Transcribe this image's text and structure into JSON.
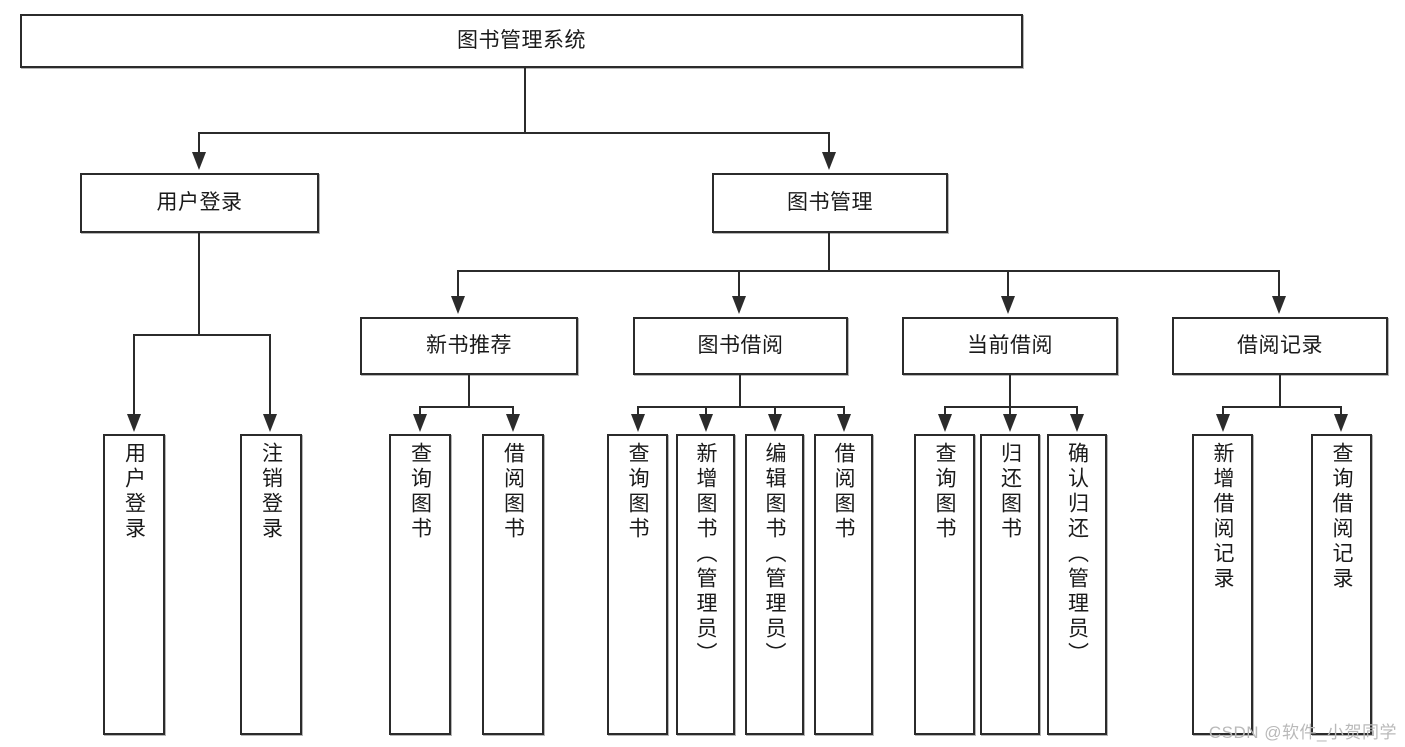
{
  "diagram": {
    "title": "图书管理系统",
    "type": "tree",
    "watermark": "CSDN @软件_小贺同学",
    "root": {
      "id": "root",
      "label": "图书管理系统"
    },
    "level1": [
      {
        "id": "user-login",
        "label": "用户登录"
      },
      {
        "id": "book-manage",
        "label": "图书管理"
      }
    ],
    "level2": [
      {
        "id": "new-book-rec",
        "label": "新书推荐",
        "parent": "book-manage"
      },
      {
        "id": "book-borrow",
        "label": "图书借阅",
        "parent": "book-manage"
      },
      {
        "id": "current-borrow",
        "label": "当前借阅",
        "parent": "book-manage"
      },
      {
        "id": "borrow-record",
        "label": "借阅记录",
        "parent": "book-manage"
      }
    ],
    "leaves": {
      "user_login": [
        {
          "id": "leaf-user-login",
          "label": "用户登录"
        },
        {
          "id": "leaf-user-logout",
          "label": "注销登录"
        }
      ],
      "new_book_rec": [
        {
          "id": "leaf-query-book-1",
          "label": "查询图书"
        },
        {
          "id": "leaf-borrow-book-1",
          "label": "借阅图书"
        }
      ],
      "book_borrow": [
        {
          "id": "leaf-query-book-2",
          "label": "查询图书"
        },
        {
          "id": "leaf-add-book",
          "label": "新增图书（管理员）"
        },
        {
          "id": "leaf-edit-book",
          "label": "编辑图书（管理员）"
        },
        {
          "id": "leaf-borrow-book-2",
          "label": "借阅图书"
        }
      ],
      "current_borrow": [
        {
          "id": "leaf-query-book-3",
          "label": "查询图书"
        },
        {
          "id": "leaf-return-book",
          "label": "归还图书"
        },
        {
          "id": "leaf-confirm-return",
          "label": "确认归还（管理员）"
        }
      ],
      "borrow_record": [
        {
          "id": "leaf-add-record",
          "label": "新增借阅记录"
        },
        {
          "id": "leaf-query-record",
          "label": "查询借阅记录"
        }
      ]
    },
    "colors": {
      "stroke": "#2b2b2b",
      "fill": "#ffffff",
      "text": "#1a1a1a",
      "watermark": "#b9b9b9"
    }
  }
}
